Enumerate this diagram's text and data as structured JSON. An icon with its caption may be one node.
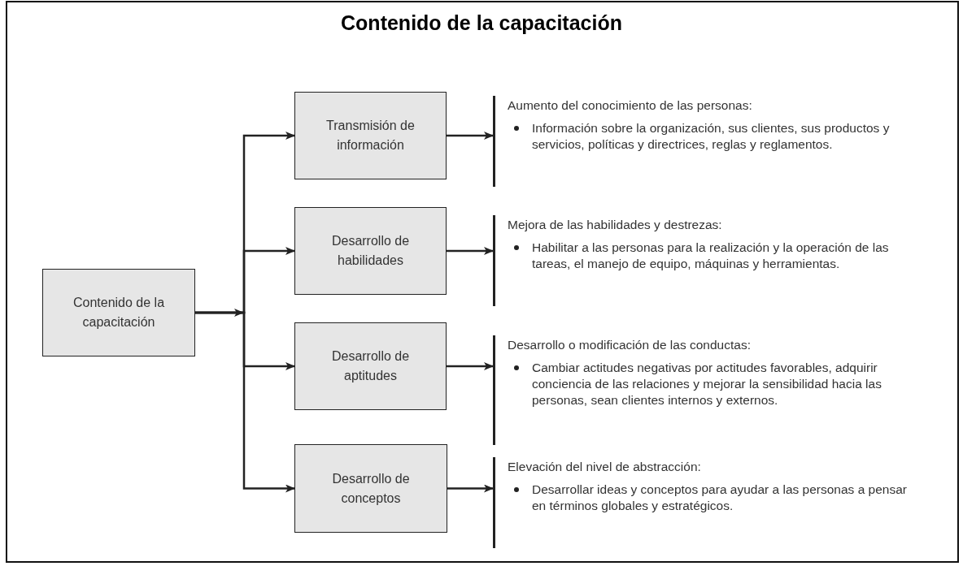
{
  "diagram": {
    "title": "Contenido de la capacitación",
    "nodes": [
      {
        "text": [
          "Contenido de la capacitación"
        ]
      },
      {
        "text": [
          "Transmisión de información"
        ]
      },
      {
        "text": [
          "Desarrollo de habilidades"
        ]
      },
      {
        "text": [
          "Desarrollo de aptitudes"
        ]
      },
      {
        "text": [
          "Desarrollo de conceptos"
        ]
      },
      {
        "text": [
          "Aumento del conocimiento de las personas:",
          "Información sobre la organización, sus clientes, sus productos y servicios, políticas y directrices, reglas y reglamentos."
        ]
      },
      {
        "text": [
          "Mejora de las habilidades y destrezas:",
          "Habilitar a las personas para la realización y la operación de las tareas, el manejo de equipo, máquinas y herramientas."
        ]
      },
      {
        "text": [
          "Desarrollo o modificación de las conductas:",
          "Cambiar actitudes negativas por actitudes favorables, adquirir conciencia de las relaciones y mejorar la sensibilidad hacia las personas, sean clientes internos y externos."
        ]
      },
      {
        "text": [
          "Elevación del nivel de abstracción:",
          "Desarrollar ideas y conceptos para ayudar a las personas a pensar en términos globales y estratégicos."
        ]
      }
    ],
    "edges": [
      {
        "from": 0,
        "to": 1,
        "arrow": "to"
      },
      {
        "from": 0,
        "to": 2,
        "arrow": "to"
      },
      {
        "from": 0,
        "to": 3,
        "arrow": "to"
      },
      {
        "from": 0,
        "to": 4,
        "arrow": "to"
      },
      {
        "from": 1,
        "to": 5,
        "arrow": "to"
      },
      {
        "from": 2,
        "to": 6,
        "arrow": "to"
      },
      {
        "from": 3,
        "to": 7,
        "arrow": "to"
      },
      {
        "from": 4,
        "to": 8,
        "arrow": "to"
      }
    ]
  }
}
